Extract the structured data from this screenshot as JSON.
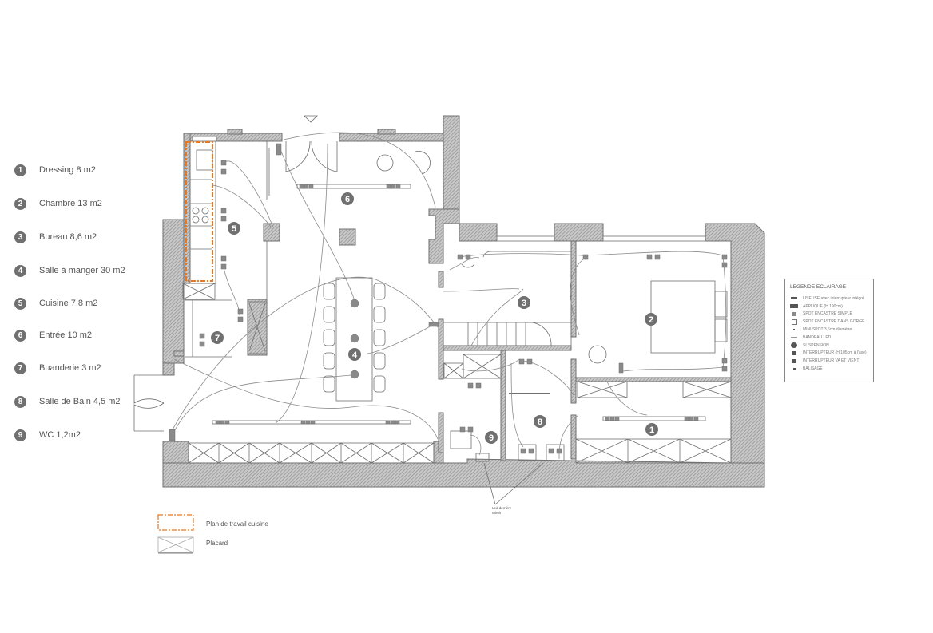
{
  "rooms": [
    {
      "num": "1",
      "name": "Dressing 8 m2"
    },
    {
      "num": "2",
      "name": "Chambre 13 m2"
    },
    {
      "num": "3",
      "name": "Bureau 8,6 m2"
    },
    {
      "num": "4",
      "name": "Salle à manger 30 m2"
    },
    {
      "num": "5",
      "name": "Cuisine 7,8 m2"
    },
    {
      "num": "6",
      "name": "Entrée 10 m2"
    },
    {
      "num": "7",
      "name": "Buanderie 3 m2"
    },
    {
      "num": "8",
      "name": "Salle de Bain 4,5 m2"
    },
    {
      "num": "9",
      "name": "WC 1,2m2"
    }
  ],
  "lighting_legend": {
    "title": "LEGENDE ECLAIRAGE",
    "items": [
      {
        "icon": "liseuse-icon",
        "label": "LISEUSE avec interrupteur intégré"
      },
      {
        "icon": "applique-icon",
        "label": "APPLIQUE (H 190cm)"
      },
      {
        "icon": "spot-simple-icon",
        "label": "SPOT ENCASTRE SIMPLE"
      },
      {
        "icon": "spot-gorge-icon",
        "label": "SPOT ENCASTRE DANS GORGE"
      },
      {
        "icon": "mini-spot-icon",
        "label": "MINI SPOT 3,6cm diamètre"
      },
      {
        "icon": "bandeau-led-icon",
        "label": "BANDEAU LED"
      },
      {
        "icon": "suspension-icon",
        "label": "SUSPENSION"
      },
      {
        "icon": "interrupteur-icon",
        "label": "INTERRUPTEUR (H 105cm à l'axe)"
      },
      {
        "icon": "va-et-vient-icon",
        "label": "INTERRUPTEUR VA ET VIENT"
      },
      {
        "icon": "balisage-icon",
        "label": "BALISAGE"
      }
    ]
  },
  "plan_legend": {
    "worktop": "Plan de travail cuisine",
    "closet": "Placard"
  },
  "annotations": {
    "mirror_led_line1": "Led derrière",
    "mirror_led_line2": "miroir"
  },
  "colors": {
    "wall": "#8a8a8a",
    "line": "#6f6f6f",
    "worktop": "#e87722",
    "marker": "#707070"
  }
}
